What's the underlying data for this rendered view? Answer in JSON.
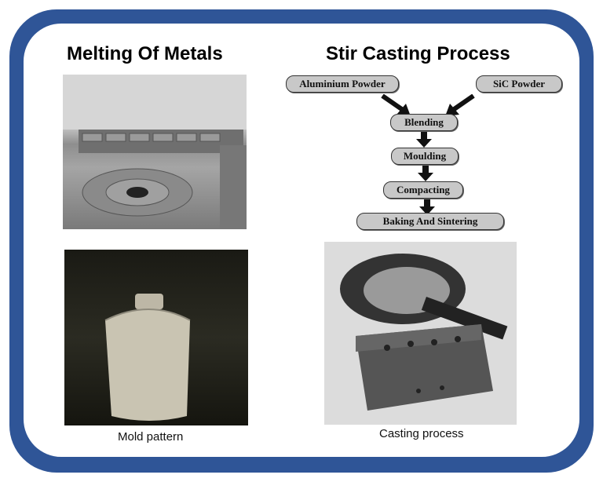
{
  "titles": {
    "left": "Melting Of Metals",
    "right": "Stir Casting Process"
  },
  "captions": {
    "mold": "Mold pattern",
    "casting": "Casting process"
  },
  "flowchart": {
    "inputs": [
      "Aluminium Powder",
      "SiC Powder"
    ],
    "steps": [
      "Blending",
      "Moulding",
      "Compacting",
      "Baking And Sintering"
    ]
  },
  "colors": {
    "frame": "#2f5597",
    "node_fill": "#c8c8c8"
  }
}
